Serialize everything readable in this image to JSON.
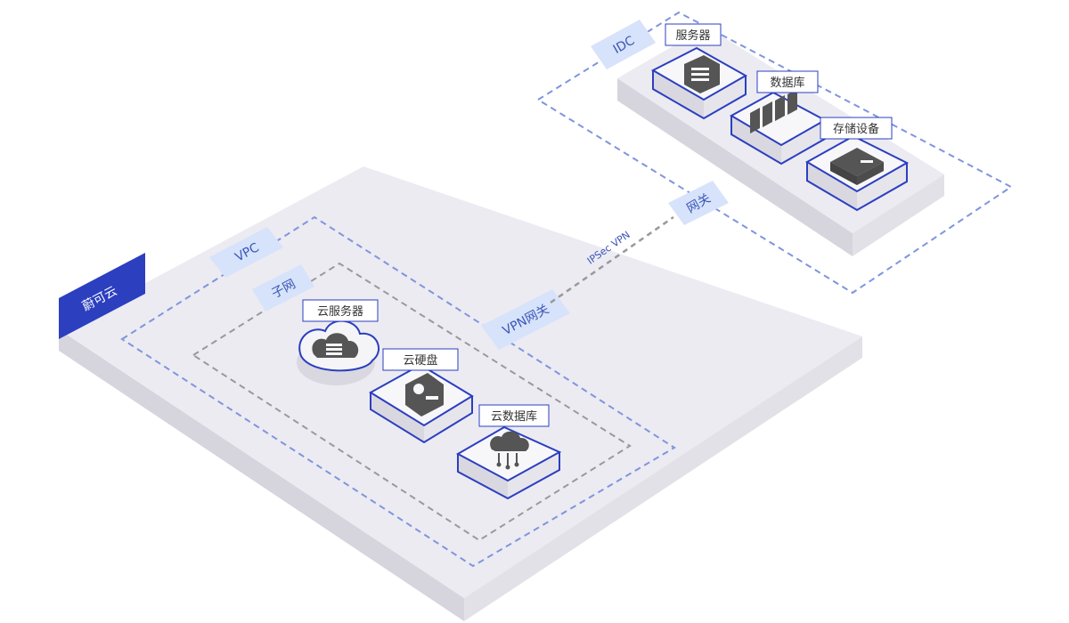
{
  "brand": {
    "label": "蔚可云",
    "color": "#2b3fbf"
  },
  "cloud": {
    "vpc_label": "VPC",
    "subnet_label": "子网",
    "vpn_gateway_label": "VPN网关",
    "resources": [
      {
        "label": "云服务器",
        "icon": "cloud-server-icon"
      },
      {
        "label": "云硬盘",
        "icon": "cloud-disk-icon"
      },
      {
        "label": "云数据库",
        "icon": "cloud-database-icon"
      }
    ]
  },
  "link": {
    "label": "IPSec VPN"
  },
  "idc": {
    "label": "IDC",
    "gateway_label": "网关",
    "resources": [
      {
        "label": "服务器",
        "icon": "server-icon"
      },
      {
        "label": "数据库",
        "icon": "database-icon"
      },
      {
        "label": "存储设备",
        "icon": "storage-icon"
      }
    ]
  },
  "colors": {
    "accent": "#2b3fbf",
    "dash_blue": "#7f95dd",
    "dash_gray": "#999999",
    "platform": "#ebeaf1",
    "tag_bg": "#d7e3fa"
  }
}
